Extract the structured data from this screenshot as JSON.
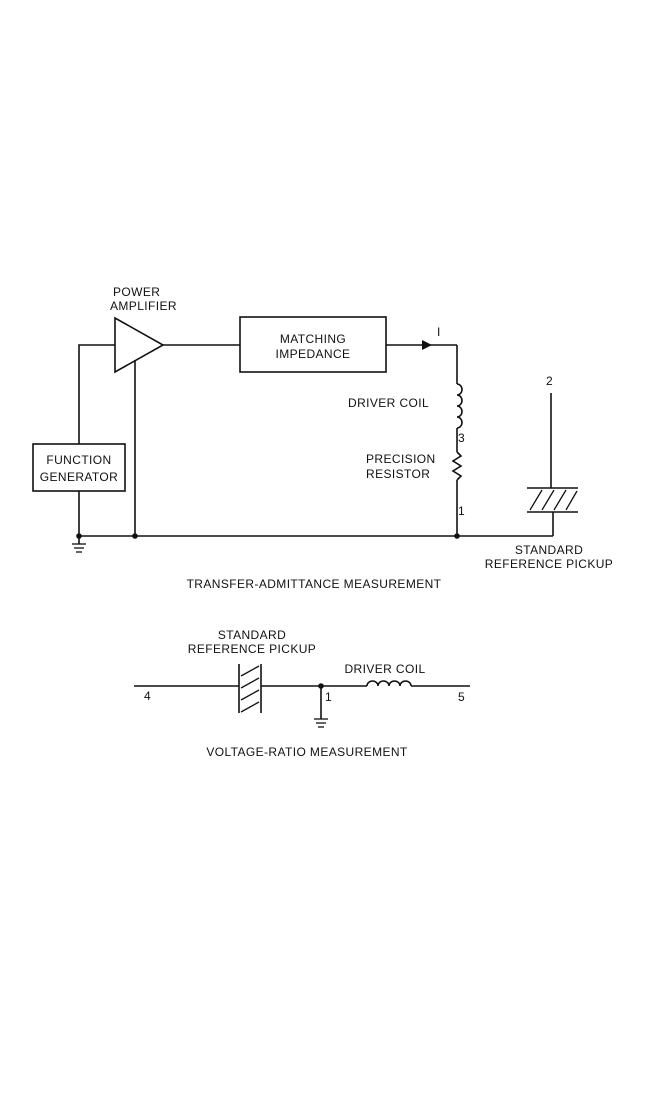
{
  "top": {
    "power_amplifier_line1": "POWER",
    "power_amplifier_line2": "AMPLIFIER",
    "matching_impedance_line1": "MATCHING",
    "matching_impedance_line2": "IMPEDANCE",
    "current_label": "I",
    "function_generator_line1": "FUNCTION",
    "function_generator_line2": "GENERATOR",
    "driver_coil": "DRIVER COIL",
    "precision_resistor_line1": "PRECISION",
    "precision_resistor_line2": "RESISTOR",
    "node_3": "3",
    "node_1": "1",
    "node_2": "2",
    "standard_pickup_line1": "STANDARD",
    "standard_pickup_line2": "REFERENCE PICKUP",
    "caption": "TRANSFER-ADMITTANCE MEASUREMENT"
  },
  "bottom": {
    "standard_pickup_line1": "STANDARD",
    "standard_pickup_line2": "REFERENCE PICKUP",
    "driver_coil": "DRIVER COIL",
    "node_4": "4",
    "node_1": "1",
    "node_5": "5",
    "caption": "VOLTAGE-RATIO MEASUREMENT"
  }
}
